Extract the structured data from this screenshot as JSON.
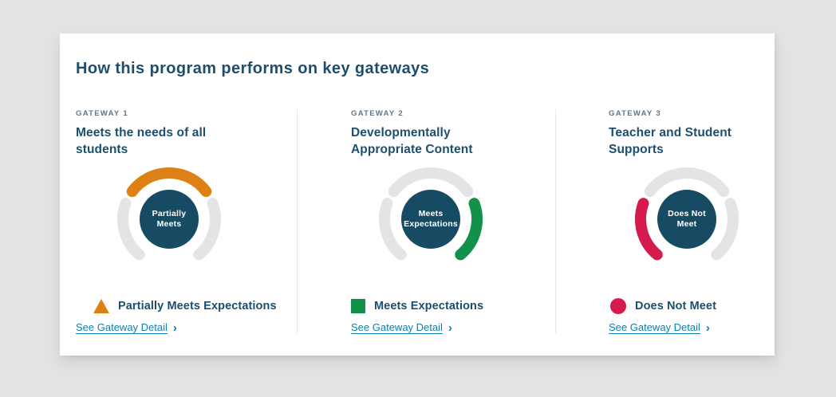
{
  "page": {
    "title": "How this program performs on key gateways"
  },
  "colors": {
    "navy": "#1d4e6d",
    "gauge_disc": "#174a63",
    "track": "#e4e4e4",
    "orange": "#dd8114",
    "green": "#12914a",
    "red": "#d51a4d",
    "link": "#0e7fad",
    "divider": "#e8e8e8"
  },
  "gateways": [
    {
      "eyebrow": "GATEWAY 1",
      "title_lines": [
        "Meets the needs of all",
        "students"
      ],
      "gauge": {
        "rating_lines": [
          "Partially",
          "Meets"
        ],
        "segments": {
          "left": "#e4e4e4",
          "top": "#dd8114",
          "right": "#e4e4e4"
        }
      },
      "status": {
        "icon": "triangle",
        "color": "#dd8114",
        "label": "Partially Meets Expectations"
      },
      "link": {
        "label": "See Gateway Detail",
        "chevron": "›"
      }
    },
    {
      "eyebrow": "GATEWAY 2",
      "title_lines": [
        "Developmentally",
        "Appropriate Content"
      ],
      "gauge": {
        "rating_lines": [
          "Meets",
          "Expectations"
        ],
        "segments": {
          "left": "#e4e4e4",
          "top": "#e4e4e4",
          "right": "#12914a"
        }
      },
      "status": {
        "icon": "square",
        "color": "#12914a",
        "label": "Meets Expectations"
      },
      "link": {
        "label": "See Gateway Detail",
        "chevron": "›"
      }
    },
    {
      "eyebrow": "GATEWAY 3",
      "title_lines": [
        "Teacher and Student",
        "Supports"
      ],
      "gauge": {
        "rating_lines": [
          "Does Not",
          "Meet"
        ],
        "segments": {
          "left": "#d51a4d",
          "top": "#e4e4e4",
          "right": "#e4e4e4"
        }
      },
      "status": {
        "icon": "circle",
        "color": "#d51a4d",
        "label": "Does Not Meet"
      },
      "link": {
        "label": "See Gateway Detail",
        "chevron": "›"
      }
    }
  ]
}
